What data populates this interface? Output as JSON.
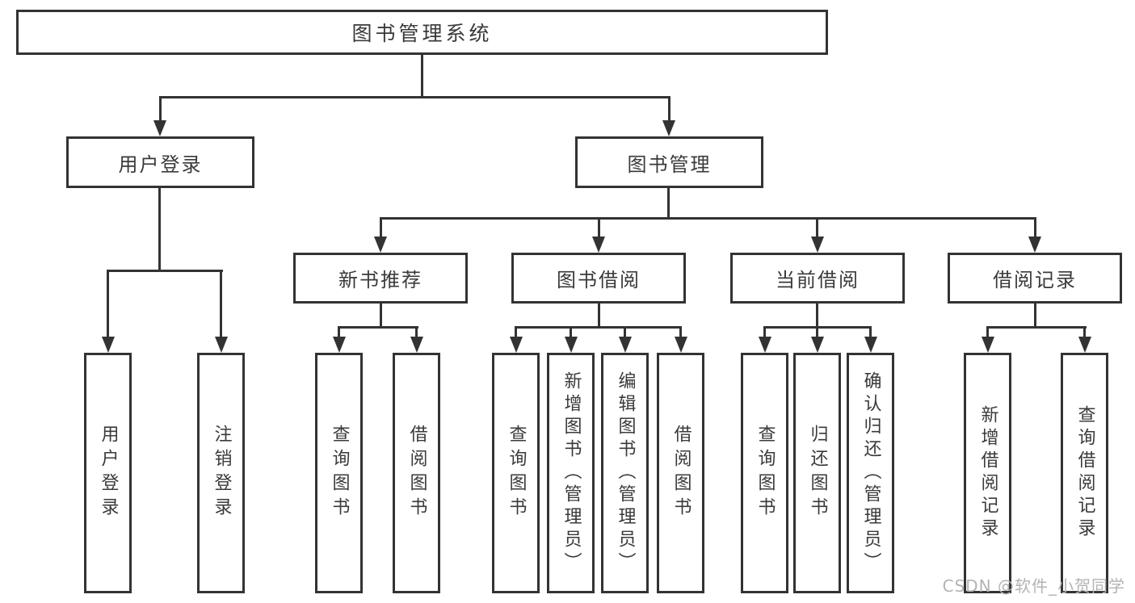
{
  "tree": {
    "root": {
      "label": "图书管理系统"
    },
    "branches": [
      {
        "label": "用户登录",
        "leaves": [
          "用户登录",
          "注销登录"
        ]
      },
      {
        "label": "图书管理",
        "groups": [
          {
            "label": "新书推荐",
            "leaves": [
              "查询图书",
              "借阅图书"
            ]
          },
          {
            "label": "图书借阅",
            "leaves": [
              "查询图书",
              "新增图书（管理员）",
              "编辑图书（管理员）",
              "借阅图书"
            ]
          },
          {
            "label": "当前借阅",
            "leaves": [
              "查询图书",
              "归还图书",
              "确认归还（管理员）"
            ]
          },
          {
            "label": "借阅记录",
            "leaves": [
              "新增借阅记录",
              "查询借阅记录"
            ]
          }
        ]
      }
    ]
  },
  "watermark": "CSDN @软件_小贺同学",
  "colors": {
    "line": "#333333",
    "text": "#3a3a3a",
    "watermark": "#b3b3b3",
    "background": "#ffffff"
  }
}
